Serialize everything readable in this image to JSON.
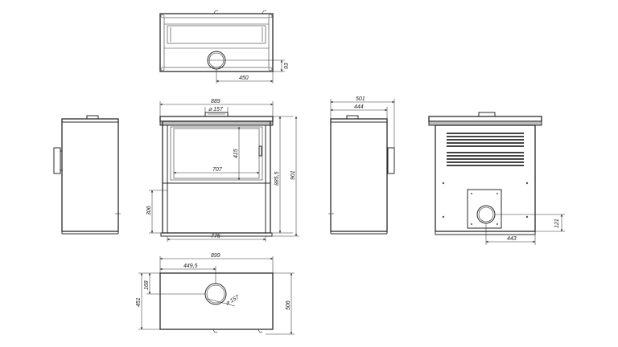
{
  "views": {
    "top": {
      "dim_flue_offset": "93",
      "dim_flue_x": "450"
    },
    "front": {
      "dim_width": "889",
      "dim_flue_diameter": "⌀ 157",
      "dim_glass_height": "415",
      "dim_glass_width": "707",
      "dim_base_height": "306",
      "dim_base_width": "775",
      "dim_height_inner": "885,5",
      "dim_height_total": "901"
    },
    "side": {
      "dim_depth_total": "501",
      "dim_depth_body": "444"
    },
    "back": {
      "dim_flue_height": "121",
      "dim_flue_x": "443"
    },
    "bottom": {
      "dim_width": "899",
      "dim_flue_center_x": "449,5",
      "dim_flue_center_y": "168",
      "dim_flue_diameter": "⌀ 157",
      "dim_depth_inner": "451",
      "dim_depth_total": "506"
    }
  }
}
